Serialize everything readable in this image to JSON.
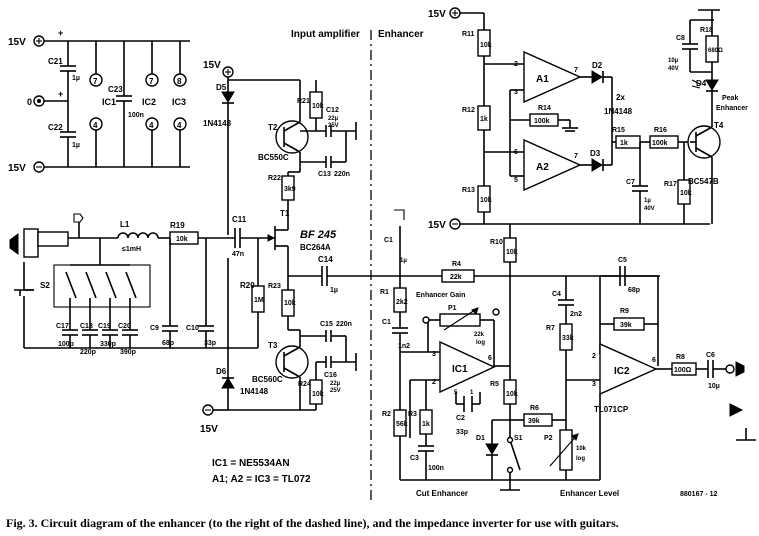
{
  "title_input_amp": "Input amplifier",
  "title_enhancer": "Enhancer",
  "caption_fig": "Fig. 3.",
  "caption_text": "Circuit diagram of the enhancer (to the right of the dashed line), and the impedance inverter for use with guitars.",
  "note_ic1": "IC1 = NE5534AN",
  "note_a1a2": "A1; A2 = IC3 = TL072",
  "ref_code": "880167 - 12",
  "supply": {
    "pos": "15V",
    "neg": "15V"
  },
  "power": {
    "c21": "C21",
    "c21v": "1µ",
    "c22": "C22",
    "c22v": "1µ",
    "c23": "C23",
    "c23v": "100n",
    "ic1": "IC1",
    "ic2": "IC2",
    "ic3": "IC3",
    "pin7": "7",
    "pin4": "4",
    "pin8": "8",
    "zero": "0"
  },
  "input": {
    "l1": "L1",
    "l1v": "≤1mH",
    "r19": "R19",
    "r19v": "10k",
    "s2": "S2",
    "c17": "C17",
    "c17v": "100p",
    "c18": "C18",
    "c18v": "220p",
    "c19": "C19",
    "c19v": "330p",
    "c20": "C20",
    "c20v": "390p",
    "c9": "C9",
    "c9v": "68p",
    "c10": "C10",
    "c10v": "33p",
    "c11": "C11",
    "c11v": "47n",
    "t1": "T1",
    "t1v": "BF245",
    "t1alt": "BF 245",
    "t1b": "BC264A"
  },
  "amp": {
    "d5": "D5",
    "d5v": "1N4148",
    "d6": "D6",
    "d6v": "1N4148",
    "t2": "T2",
    "t2v": "BC550C",
    "t3": "T3",
    "t3v": "BC560C",
    "r21": "R21",
    "r21v": "10k",
    "r22": "R22",
    "r22v": "3k9",
    "r20": "R20",
    "r20v": "1M",
    "r23": "R23",
    "r23v": "10k",
    "r24": "R24",
    "r24v": "10k",
    "c12": "C12",
    "c12v1": "22µ",
    "c12v2": "25V",
    "c13": "C13",
    "c13v": "220n",
    "c15": "C15",
    "c15v": "220n",
    "c16": "C16",
    "c16v1": "22µ",
    "c16v2": "25V",
    "c14": "C14",
    "c14v": "1µ"
  },
  "enh": {
    "r11": "R11",
    "r11v": "10k",
    "r12": "R12",
    "r12v": "1k",
    "r13": "R13",
    "r13v": "10k",
    "r14": "R14",
    "r14v": "100k",
    "a1": "A1",
    "a2": "A2",
    "d2": "D2",
    "d3": "D3",
    "dv": "2x",
    "dv2": "1N4148",
    "r15": "R15",
    "r15v": "1k",
    "r16": "R16",
    "r16v": "100k",
    "c7": "C7",
    "c7v1": "1µ",
    "c7v2": "40V",
    "r17": "R17",
    "r17v": "10k",
    "t4": "T4",
    "t4v": "BC547B",
    "c8": "C8",
    "c8v1": "10µ",
    "c8v2": "40V",
    "r18": "R18",
    "r18v": "680Ω",
    "d4": "D4",
    "d4l1": "Peak",
    "d4l2": "Enhancer",
    "r10": "R10",
    "r10v": "10k",
    "r4": "R4",
    "r4v": "22k",
    "c5": "C5",
    "c5v": "68p",
    "r9": "R9",
    "r9v": "39k",
    "c4": "C4",
    "c4v": "2n2",
    "r7": "R7",
    "r7v": "33k",
    "ic2": "IC2",
    "ic2v": "TL071CP",
    "r8": "R8",
    "r8v": "100Ω",
    "c6": "C6",
    "c6v": "10µ",
    "r1": "R1",
    "r1v": "2k2",
    "gain": "Enhancer Gain",
    "p1": "P1",
    "p1v": "22k",
    "p1t": "log",
    "c1": "C1",
    "c1v": "1n2",
    "ic1": "IC1",
    "r5": "R5",
    "r5v": "10k",
    "r2": "R2",
    "r2v": "56k",
    "r3": "R3",
    "r3v": "1k",
    "c2": "C2",
    "c2v": "33p",
    "c3": "C3",
    "c3v": "100n",
    "r6": "R6",
    "r6v": "39k",
    "d1": "D1",
    "s1": "S1",
    "p2": "P2",
    "p2v": "10k",
    "p2t": "log",
    "cut": "Cut Enhancer",
    "level": "Enhancer Level",
    "c1top": "C1",
    "c1top2": "1µ"
  },
  "pins": {
    "p2": "2",
    "p3": "3",
    "p6": "6",
    "p5": "5",
    "p7": "7",
    "p1": "1"
  }
}
